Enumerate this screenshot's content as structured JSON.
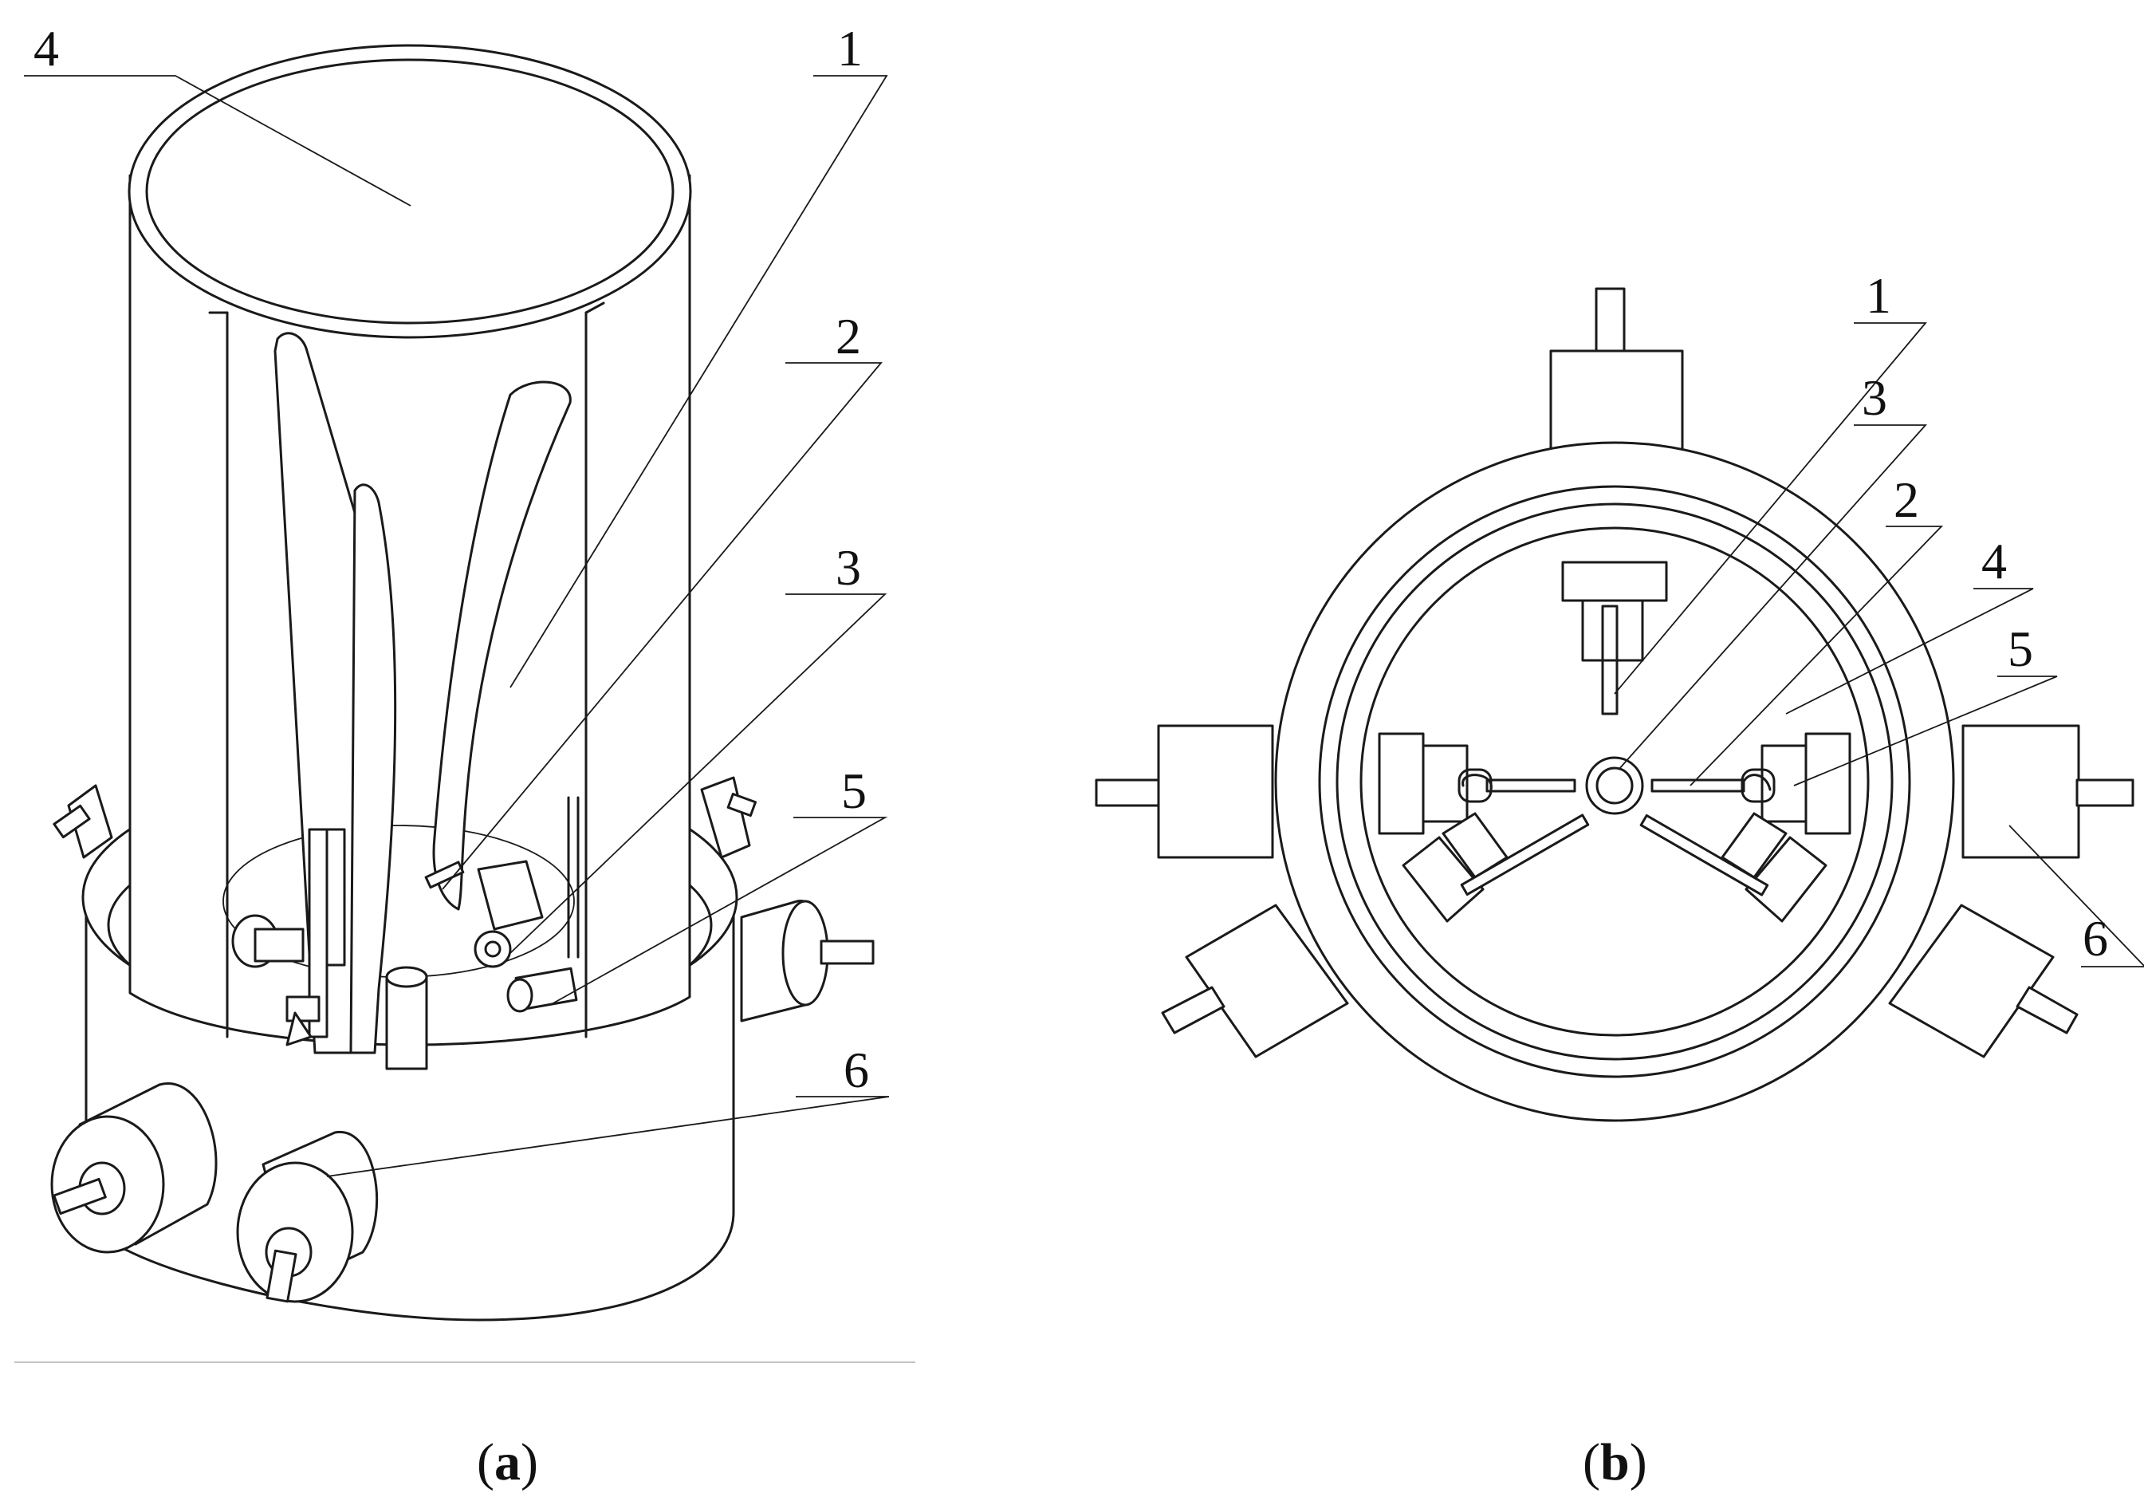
{
  "figure": {
    "panel_a": {
      "caption_letter": "a",
      "callouts": {
        "c4": "4",
        "c1": "1",
        "c2": "2",
        "c3": "3",
        "c5": "5",
        "c6": "6"
      }
    },
    "panel_b": {
      "caption_letter": "b",
      "callouts": {
        "c1": "1",
        "c3": "3",
        "c2": "2",
        "c4": "4",
        "c5": "5",
        "c6": "6"
      }
    }
  }
}
